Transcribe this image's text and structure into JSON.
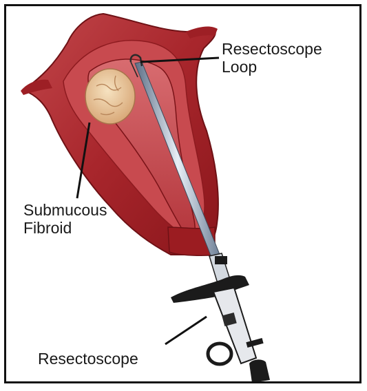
{
  "labels": {
    "resectoscope_loop_line1": "Resectoscope",
    "resectoscope_loop_line2": "Loop",
    "submucous_fibroid_line1": "Submucous",
    "submucous_fibroid_line2": "Fibroid",
    "resectoscope": "Resectoscope"
  },
  "colors": {
    "uterus_dark": "#8f1b1f",
    "uterus_mid": "#b8343a",
    "uterus_light": "#d6656a",
    "fibroid": "#e9caa0",
    "instrument_steel": "#b9c7d6",
    "instrument_dark": "#1b1b1b",
    "leader_line": "#111111"
  }
}
